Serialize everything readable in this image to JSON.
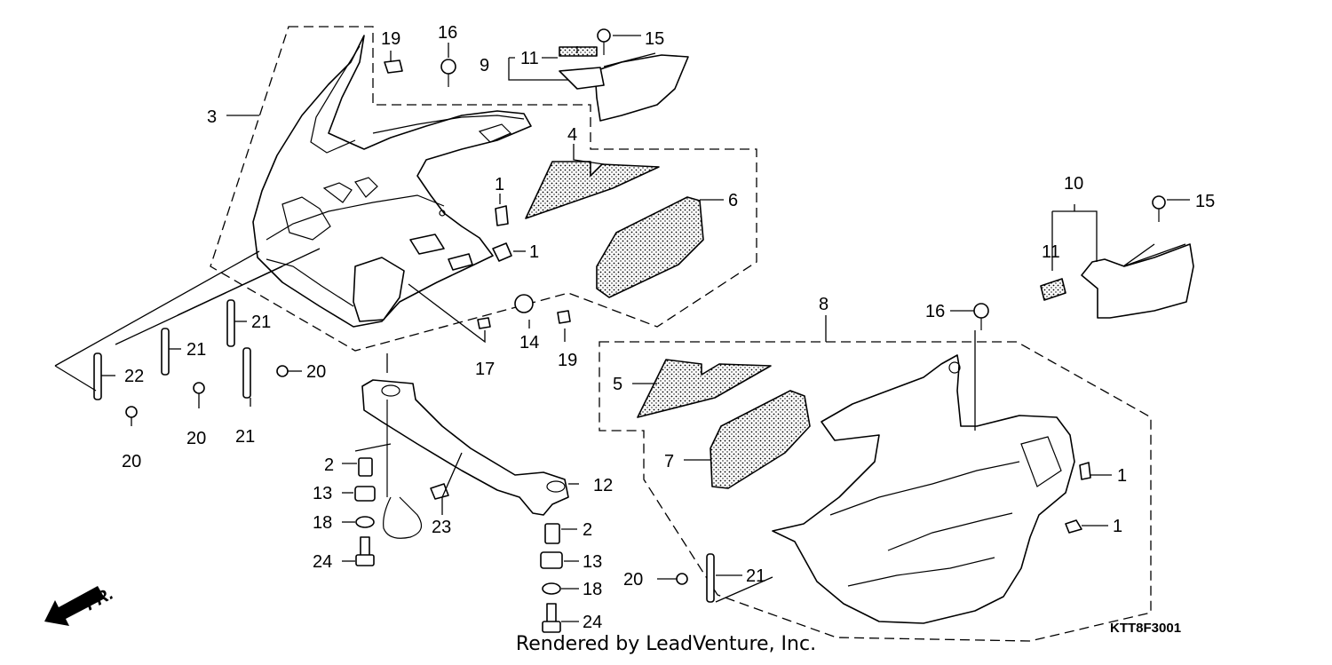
{
  "diagram": {
    "drawing_code": "KTT8F3001",
    "credit": "Rendered by LeadVenture, Inc.",
    "direction_label": "FR.",
    "callouts": {
      "c1a": "1",
      "c1b": "1",
      "c1c": "1",
      "c1d": "1",
      "c2a": "2",
      "c2b": "2",
      "c3": "3",
      "c4": "4",
      "c5": "5",
      "c6": "6",
      "c7": "7",
      "c8": "8",
      "c9": "9",
      "c10": "10",
      "c11a": "11",
      "c11b": "11",
      "c12": "12",
      "c13a": "13",
      "c13b": "13",
      "c14": "14",
      "c15a": "15",
      "c15b": "15",
      "c16a": "16",
      "c16b": "16",
      "c17": "17",
      "c18a": "18",
      "c18b": "18",
      "c19a": "19",
      "c19b": "19",
      "c20a": "20",
      "c20b": "20",
      "c20c": "20",
      "c20d": "20",
      "c21a": "21",
      "c21b": "21",
      "c21c": "21",
      "c21d": "21",
      "c22": "22",
      "c23": "23",
      "c24a": "24",
      "c24b": "24"
    }
  }
}
